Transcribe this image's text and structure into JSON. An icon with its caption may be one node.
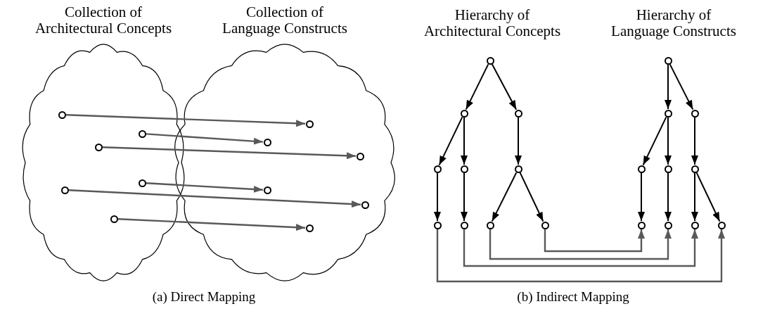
{
  "diagram": {
    "nodes": [
      {
        "text": [
          "Collection of Architectural Concepts"
        ]
      },
      {
        "text": [],
        "shape": "circle",
        "in": 0
      },
      {
        "text": [],
        "shape": "circle",
        "in": 0
      },
      {
        "text": [],
        "shape": "circle",
        "in": 0
      },
      {
        "text": [],
        "shape": "circle",
        "in": 0
      },
      {
        "text": [],
        "shape": "circle",
        "in": 0
      },
      {
        "text": [],
        "shape": "circle",
        "in": 0
      },
      {
        "text": [
          "Collection of Language Constructs"
        ]
      },
      {
        "text": [],
        "shape": "circle",
        "in": 7
      },
      {
        "text": [],
        "shape": "circle",
        "in": 7
      },
      {
        "text": [],
        "shape": "circle",
        "in": 7
      },
      {
        "text": [],
        "shape": "circle",
        "in": 7
      },
      {
        "text": [],
        "shape": "circle",
        "in": 7
      },
      {
        "text": [],
        "shape": "circle",
        "in": 7
      },
      {
        "text": [],
        "shape": "circle"
      },
      {
        "text": [],
        "shape": "circle"
      },
      {
        "text": [],
        "shape": "circle"
      },
      {
        "text": [],
        "shape": "circle"
      },
      {
        "text": [],
        "shape": "circle"
      },
      {
        "text": [],
        "shape": "circle"
      },
      {
        "text": [],
        "shape": "circle"
      },
      {
        "text": [],
        "shape": "circle"
      },
      {
        "text": [],
        "shape": "circle"
      },
      {
        "text": [],
        "shape": "circle"
      },
      {
        "text": [],
        "shape": "circle"
      },
      {
        "text": [],
        "shape": "circle"
      },
      {
        "text": [],
        "shape": "circle"
      },
      {
        "text": [],
        "shape": "circle"
      },
      {
        "text": [],
        "shape": "circle"
      },
      {
        "text": [],
        "shape": "circle"
      },
      {
        "text": [],
        "shape": "circle"
      },
      {
        "text": [],
        "shape": "circle"
      },
      {
        "text": [],
        "shape": "circle"
      },
      {
        "text": [],
        "shape": "circle"
      }
    ],
    "edges": [
      {
        "from": 1,
        "to": 8,
        "arrow": "to",
        "color": "#595959"
      },
      {
        "from": 2,
        "to": 9,
        "arrow": "to",
        "color": "#595959"
      },
      {
        "from": 3,
        "to": 10,
        "arrow": "to",
        "color": "#595959"
      },
      {
        "from": 4,
        "to": 11,
        "arrow": "to",
        "color": "#595959"
      },
      {
        "from": 5,
        "to": 12,
        "arrow": "to",
        "color": "#595959"
      },
      {
        "from": 6,
        "to": 13,
        "arrow": "to",
        "color": "#595959"
      },
      {
        "from": 14,
        "to": 15,
        "arrow": "to"
      },
      {
        "from": 14,
        "to": 16,
        "arrow": "to"
      },
      {
        "from": 15,
        "to": 17,
        "arrow": "to"
      },
      {
        "from": 15,
        "to": 18,
        "arrow": "to"
      },
      {
        "from": 16,
        "to": 19,
        "arrow": "to"
      },
      {
        "from": 17,
        "to": 20,
        "arrow": "to"
      },
      {
        "from": 18,
        "to": 21,
        "arrow": "to"
      },
      {
        "from": 19,
        "to": 22,
        "arrow": "to"
      },
      {
        "from": 19,
        "to": 23,
        "arrow": "to"
      },
      {
        "from": 24,
        "to": 25,
        "arrow": "to"
      },
      {
        "from": 24,
        "to": 26,
        "arrow": "to"
      },
      {
        "from": 25,
        "to": 27,
        "arrow": "to"
      },
      {
        "from": 25,
        "to": 28,
        "arrow": "to"
      },
      {
        "from": 26,
        "to": 29,
        "arrow": "to"
      },
      {
        "from": 27,
        "to": 30,
        "arrow": "to"
      },
      {
        "from": 28,
        "to": 31,
        "arrow": "to"
      },
      {
        "from": 29,
        "to": 32,
        "arrow": "to"
      },
      {
        "from": 29,
        "to": 33,
        "arrow": "to"
      },
      {
        "from": 20,
        "to": 33,
        "arrow": "to",
        "color": "#595959"
      },
      {
        "from": 21,
        "to": 32,
        "arrow": "to",
        "color": "#595959"
      },
      {
        "from": 22,
        "to": 31,
        "arrow": "to",
        "color": "#595959"
      },
      {
        "from": 23,
        "to": 30,
        "arrow": "to",
        "color": "#595959"
      }
    ],
    "labels": [
      "Hierarchy of Architectural Concepts",
      "Hierarchy of Language Constructs",
      "(a) Direct Mapping",
      "(b) Indirect Mapping"
    ]
  }
}
